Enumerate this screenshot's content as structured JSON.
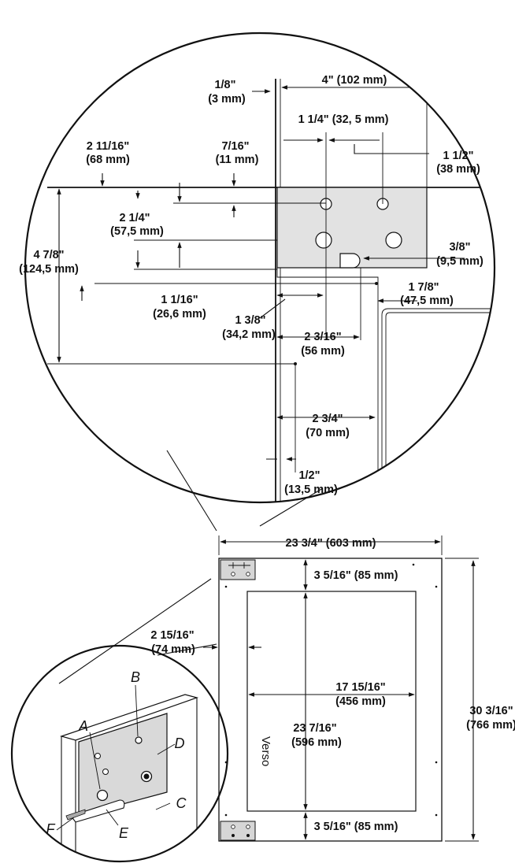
{
  "detail_view": {
    "dim_1_8": "1/8\"",
    "dim_1_8_mm": "(3 mm)",
    "dim_4": "4\" (102 mm)",
    "dim_1_1_4": "1 1/4\" (32, 5 mm)",
    "dim_1_1_2": "1 1/2\"",
    "dim_1_1_2_mm": "(38 mm)",
    "dim_2_11_16": "2 11/16\"",
    "dim_2_11_16_mm": "(68 mm)",
    "dim_7_16": "7/16\"",
    "dim_7_16_mm": "(11 mm)",
    "dim_2_1_4": "2 1/4\"",
    "dim_2_1_4_mm": "(57,5 mm)",
    "dim_4_7_8": "4 7/8\"",
    "dim_4_7_8_mm": "(124,5 mm)",
    "dim_3_8": "3/8\"",
    "dim_3_8_mm": "(9,5 mm)",
    "dim_1_1_16": "1 1/16\"",
    "dim_1_1_16_mm": "(26,6 mm)",
    "dim_1_7_8": "1 7/8\"",
    "dim_1_7_8_mm": "(47,5 mm)",
    "dim_1_3_8": "1 3/8\"",
    "dim_1_3_8_mm": "(34,2 mm)",
    "dim_2_3_16": "2 3/16\"",
    "dim_2_3_16_mm": "(56 mm)",
    "dim_2_3_4": "2 3/4\"",
    "dim_2_3_4_mm": "(70 mm)",
    "dim_1_2": "1/2\"",
    "dim_1_2_mm": "(13,5 mm)"
  },
  "panel_view": {
    "width": "23 3/4\" (603 mm)",
    "top_margin": "3 5/16\" (85 mm)",
    "bottom_margin": "3 5/16\" (85 mm)",
    "side_margin": "2 15/16\"",
    "side_margin_mm": "(74 mm)",
    "inner_width": "17 15/16\"",
    "inner_width_mm": "(456 mm)",
    "inner_height": "23 7/16\"",
    "inner_height_mm": "(596 mm)",
    "height": "30 3/16\"",
    "height_mm": "(766 mm)",
    "verso_label": "Verso"
  },
  "hinge_view": {
    "label_a": "A",
    "label_b": "B",
    "label_c": "C",
    "label_d": "D",
    "label_e": "E",
    "label_f": "F"
  }
}
